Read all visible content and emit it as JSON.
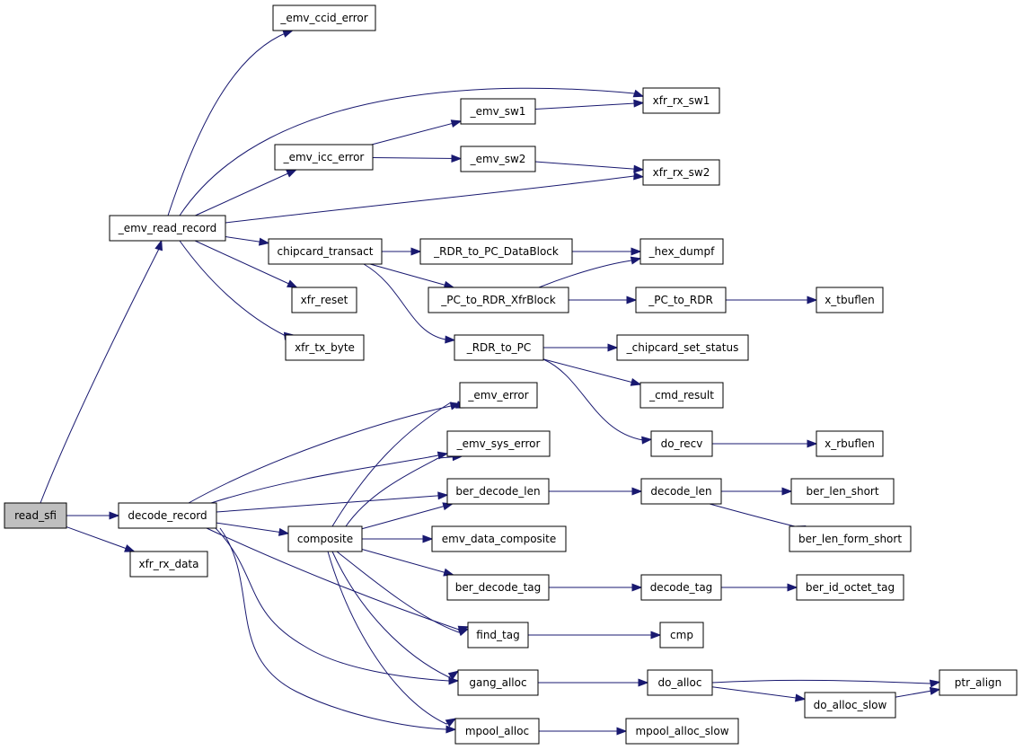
{
  "graph": {
    "nodes": {
      "read_sfi": "read_sfi",
      "decode_record": "decode_record",
      "xfr_rx_data": "xfr_rx_data",
      "_emv_read_record": "_emv_read_record",
      "_emv_ccid_error": "_emv_ccid_error",
      "_emv_icc_error": "_emv_icc_error",
      "chipcard_transact": "chipcard_transact",
      "xfr_reset": "xfr_reset",
      "xfr_tx_byte": "xfr_tx_byte",
      "_emv_sw1": "_emv_sw1",
      "_emv_sw2": "_emv_sw2",
      "xfr_rx_sw1": "xfr_rx_sw1",
      "xfr_rx_sw2": "xfr_rx_sw2",
      "_RDR_to_PC_DataBlock": "_RDR_to_PC_DataBlock",
      "_hex_dumpf": "_hex_dumpf",
      "_PC_to_RDR_XfrBlock": "_PC_to_RDR_XfrBlock",
      "_PC_to_RDR": "_PC_to_RDR",
      "x_tbuflen": "x_tbuflen",
      "_RDR_to_PC": "_RDR_to_PC",
      "_chipcard_set_status": "_chipcard_set_status",
      "_cmd_result": "_cmd_result",
      "do_recv": "do_recv",
      "x_rbuflen": "x_rbuflen",
      "_emv_error": "_emv_error",
      "_emv_sys_error": "_emv_sys_error",
      "ber_decode_len": "ber_decode_len",
      "decode_len": "decode_len",
      "ber_len_short": "ber_len_short",
      "ber_len_form_short": "ber_len_form_short",
      "composite": "composite",
      "emv_data_composite": "emv_data_composite",
      "ber_decode_tag": "ber_decode_tag",
      "decode_tag": "decode_tag",
      "ber_id_octet_tag": "ber_id_octet_tag",
      "find_tag": "find_tag",
      "cmp": "cmp",
      "gang_alloc": "gang_alloc",
      "do_alloc": "do_alloc",
      "ptr_align": "ptr_align",
      "do_alloc_slow": "do_alloc_slow",
      "mpool_alloc": "mpool_alloc",
      "mpool_alloc_slow": "mpool_alloc_slow"
    },
    "edges": [
      [
        "read_sfi",
        "_emv_read_record"
      ],
      [
        "read_sfi",
        "decode_record"
      ],
      [
        "read_sfi",
        "xfr_rx_data"
      ],
      [
        "_emv_read_record",
        "_emv_ccid_error"
      ],
      [
        "_emv_read_record",
        "xfr_rx_sw1"
      ],
      [
        "_emv_read_record",
        "_emv_icc_error"
      ],
      [
        "_emv_read_record",
        "xfr_rx_sw2"
      ],
      [
        "_emv_read_record",
        "chipcard_transact"
      ],
      [
        "_emv_read_record",
        "xfr_reset"
      ],
      [
        "_emv_read_record",
        "xfr_tx_byte"
      ],
      [
        "_emv_icc_error",
        "_emv_sw1"
      ],
      [
        "_emv_icc_error",
        "_emv_sw2"
      ],
      [
        "_emv_sw1",
        "xfr_rx_sw1"
      ],
      [
        "_emv_sw2",
        "xfr_rx_sw2"
      ],
      [
        "chipcard_transact",
        "_RDR_to_PC_DataBlock"
      ],
      [
        "chipcard_transact",
        "_PC_to_RDR_XfrBlock"
      ],
      [
        "chipcard_transact",
        "_RDR_to_PC"
      ],
      [
        "_RDR_to_PC_DataBlock",
        "_hex_dumpf"
      ],
      [
        "_PC_to_RDR_XfrBlock",
        "_hex_dumpf"
      ],
      [
        "_PC_to_RDR_XfrBlock",
        "_PC_to_RDR"
      ],
      [
        "_PC_to_RDR",
        "x_tbuflen"
      ],
      [
        "_RDR_to_PC",
        "_chipcard_set_status"
      ],
      [
        "_RDR_to_PC",
        "_cmd_result"
      ],
      [
        "_RDR_to_PC",
        "do_recv"
      ],
      [
        "do_recv",
        "x_rbuflen"
      ],
      [
        "decode_record",
        "_emv_error"
      ],
      [
        "decode_record",
        "_emv_sys_error"
      ],
      [
        "decode_record",
        "ber_decode_len"
      ],
      [
        "decode_record",
        "composite"
      ],
      [
        "decode_record",
        "find_tag"
      ],
      [
        "decode_record",
        "gang_alloc"
      ],
      [
        "decode_record",
        "mpool_alloc"
      ],
      [
        "composite",
        "_emv_error"
      ],
      [
        "composite",
        "_emv_sys_error"
      ],
      [
        "composite",
        "ber_decode_len"
      ],
      [
        "composite",
        "emv_data_composite"
      ],
      [
        "composite",
        "ber_decode_tag"
      ],
      [
        "composite",
        "find_tag"
      ],
      [
        "composite",
        "gang_alloc"
      ],
      [
        "composite",
        "mpool_alloc"
      ],
      [
        "ber_decode_len",
        "decode_len"
      ],
      [
        "decode_len",
        "ber_len_short"
      ],
      [
        "decode_len",
        "ber_len_form_short"
      ],
      [
        "ber_decode_tag",
        "decode_tag"
      ],
      [
        "decode_tag",
        "ber_id_octet_tag"
      ],
      [
        "find_tag",
        "cmp"
      ],
      [
        "gang_alloc",
        "do_alloc"
      ],
      [
        "do_alloc",
        "ptr_align"
      ],
      [
        "do_alloc",
        "do_alloc_slow"
      ],
      [
        "do_alloc_slow",
        "ptr_align"
      ],
      [
        "mpool_alloc",
        "mpool_alloc_slow"
      ]
    ],
    "colors": {
      "edge": "#191970",
      "node_fill": "#ffffff",
      "root_fill": "#bfbfbf",
      "border": "#000000"
    }
  }
}
